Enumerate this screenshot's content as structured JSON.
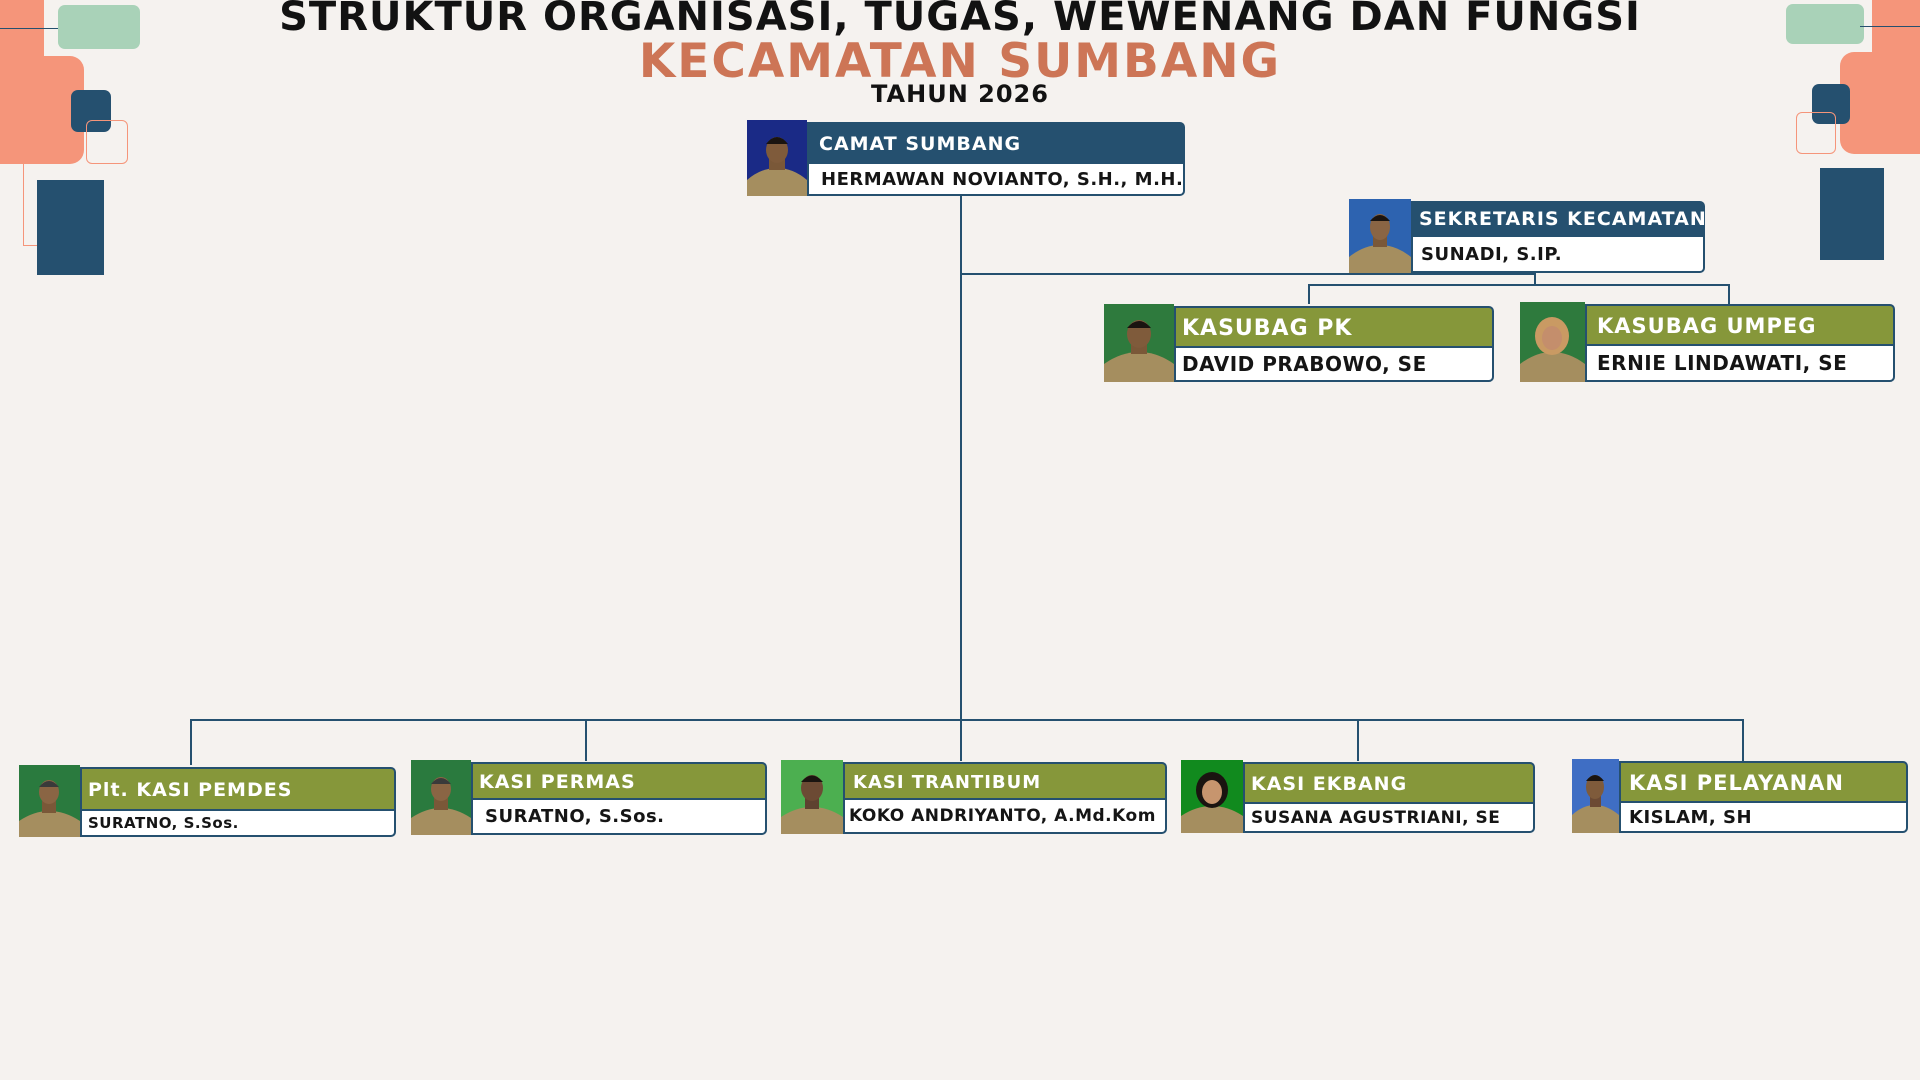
{
  "header": {
    "line1": "STRUKTUR ORGANISASI, TUGAS, WEWENANG DAN FUNGSI",
    "line2": "KECAMATAN SUMBANG",
    "line3": "TAHUN 2026"
  },
  "colors": {
    "navy": "#25506f",
    "olive": "#86973a",
    "accent_orange": "#cd7556",
    "deco_coral": "#f5957a",
    "deco_mint": "#a9d2b8",
    "background": "#f5f2ef"
  },
  "chart_data": {
    "type": "org-chart",
    "nodes": [
      {
        "id": "camat",
        "title": "CAMAT SUMBANG",
        "name": "HERMAWAN NOVIANTO, S.H., M.H.",
        "parent": null
      },
      {
        "id": "sekcam",
        "title": "SEKRETARIS KECAMATAN",
        "name": "SUNADI, S.IP.",
        "parent": "camat"
      },
      {
        "id": "kasubag_pk",
        "title": "KASUBAG PK",
        "name": "DAVID PRABOWO, SE",
        "parent": "sekcam"
      },
      {
        "id": "kasubag_umpeg",
        "title": "KASUBAG UMPEG",
        "name": "ERNIE LINDAWATI, SE",
        "parent": "sekcam"
      },
      {
        "id": "kasi_pemdes",
        "title": "Plt. KASI PEMDES",
        "name": "SURATNO, S.Sos.",
        "parent": "camat"
      },
      {
        "id": "kasi_permas",
        "title": "KASI PERMAS",
        "name": "SURATNO, S.Sos.",
        "parent": "camat"
      },
      {
        "id": "kasi_trantibum",
        "title": "KASI TRANTIBUM",
        "name": "KOKO ANDRIYANTO, A.Md.Kom",
        "parent": "camat"
      },
      {
        "id": "kasi_ekbang",
        "title": "KASI EKBANG",
        "name": "SUSANA AGUSTRIANI, SE",
        "parent": "camat"
      },
      {
        "id": "kasi_pelayanan",
        "title": "KASI PELAYANAN",
        "name": "KISLAM, SH",
        "parent": "camat"
      }
    ]
  }
}
